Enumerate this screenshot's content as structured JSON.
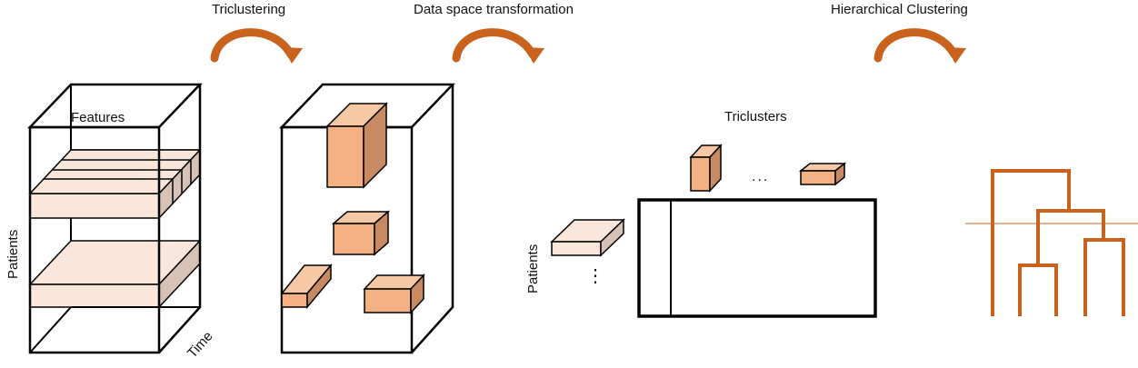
{
  "steps": {
    "triclustering": "Triclustering",
    "transformation": "Data space transformation",
    "hierarchical": "Hierarchical Clustering"
  },
  "cube_labels": {
    "features": "Features",
    "patients": "Patients",
    "time": "Time"
  },
  "matrix_labels": {
    "triclusters": "Triclusters",
    "patients": "Patients",
    "h_ellipsis": "...",
    "v_ellipsis": "⋮"
  },
  "colors": {
    "outline": "#000000",
    "slab_light": "#fbe6dc",
    "slab_side": "#d8c2b6",
    "box_front": "#f2b083",
    "box_top": "#f7c8a6",
    "box_side": "#c88a62",
    "arrow": "#c8621c",
    "dendrogram": "#c8621c"
  }
}
